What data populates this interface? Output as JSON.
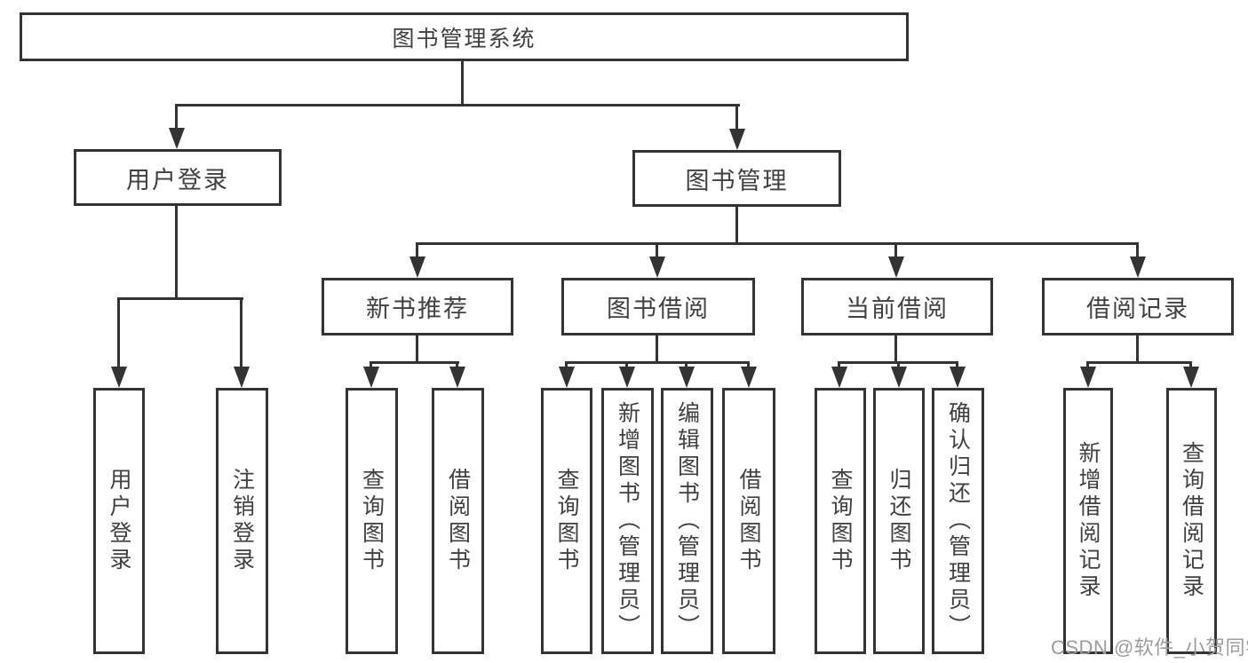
{
  "diagram": {
    "root": "图书管理系统",
    "branches": {
      "user": {
        "label": "用户登录",
        "children": [
          "用户登录",
          "注销登录"
        ]
      },
      "books": {
        "label": "图书管理",
        "groups": [
          {
            "label": "新书推荐",
            "children": [
              "查询图书",
              "借阅图书"
            ]
          },
          {
            "label": "图书借阅",
            "children": [
              "查询图书",
              "新增图书（管理员）",
              "编辑图书（管理员）",
              "借阅图书"
            ]
          },
          {
            "label": "当前借阅",
            "children": [
              "查询图书",
              "归还图书",
              "确认归还（管理员）"
            ]
          },
          {
            "label": "借阅记录",
            "children": [
              "新增借阅记录",
              "查询借阅记录"
            ]
          }
        ]
      }
    }
  },
  "watermark": "CSDN @软件_小贺同学",
  "colors": {
    "line": "#333333",
    "text": "#404040",
    "watermark": "#9c9c9c",
    "bg": "#ffffff"
  }
}
